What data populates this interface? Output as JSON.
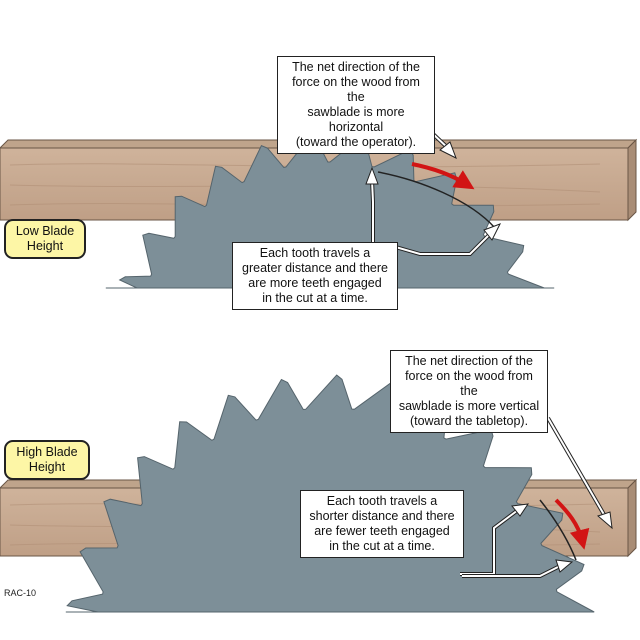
{
  "top": {
    "label_lines": [
      "Low Blade",
      "Height"
    ],
    "force_note_lines": [
      "The net direction of the",
      "force on the wood from the",
      "sawblade is more horizontal",
      "(toward the operator)."
    ],
    "teeth_note_lines": [
      "Each tooth travels a",
      "greater distance and there",
      "are more teeth engaged",
      "in the cut at a time."
    ]
  },
  "bottom": {
    "label_lines": [
      "High Blade",
      "Height"
    ],
    "force_note_lines": [
      "The net direction of the",
      "force on the wood from the",
      "sawblade is more vertical",
      "(toward the tabletop)."
    ],
    "teeth_note_lines": [
      "Each tooth travels a",
      "shorter distance and there",
      "are fewer teeth engaged",
      "in the cut at a time."
    ]
  },
  "figure_code": "RAC-10",
  "colors": {
    "blade": "#7d8f98",
    "wood_face": "#c8ab92",
    "wood_top": "#b59a82",
    "label_fill": "#fdf6a6",
    "arrow": "#d21414"
  }
}
